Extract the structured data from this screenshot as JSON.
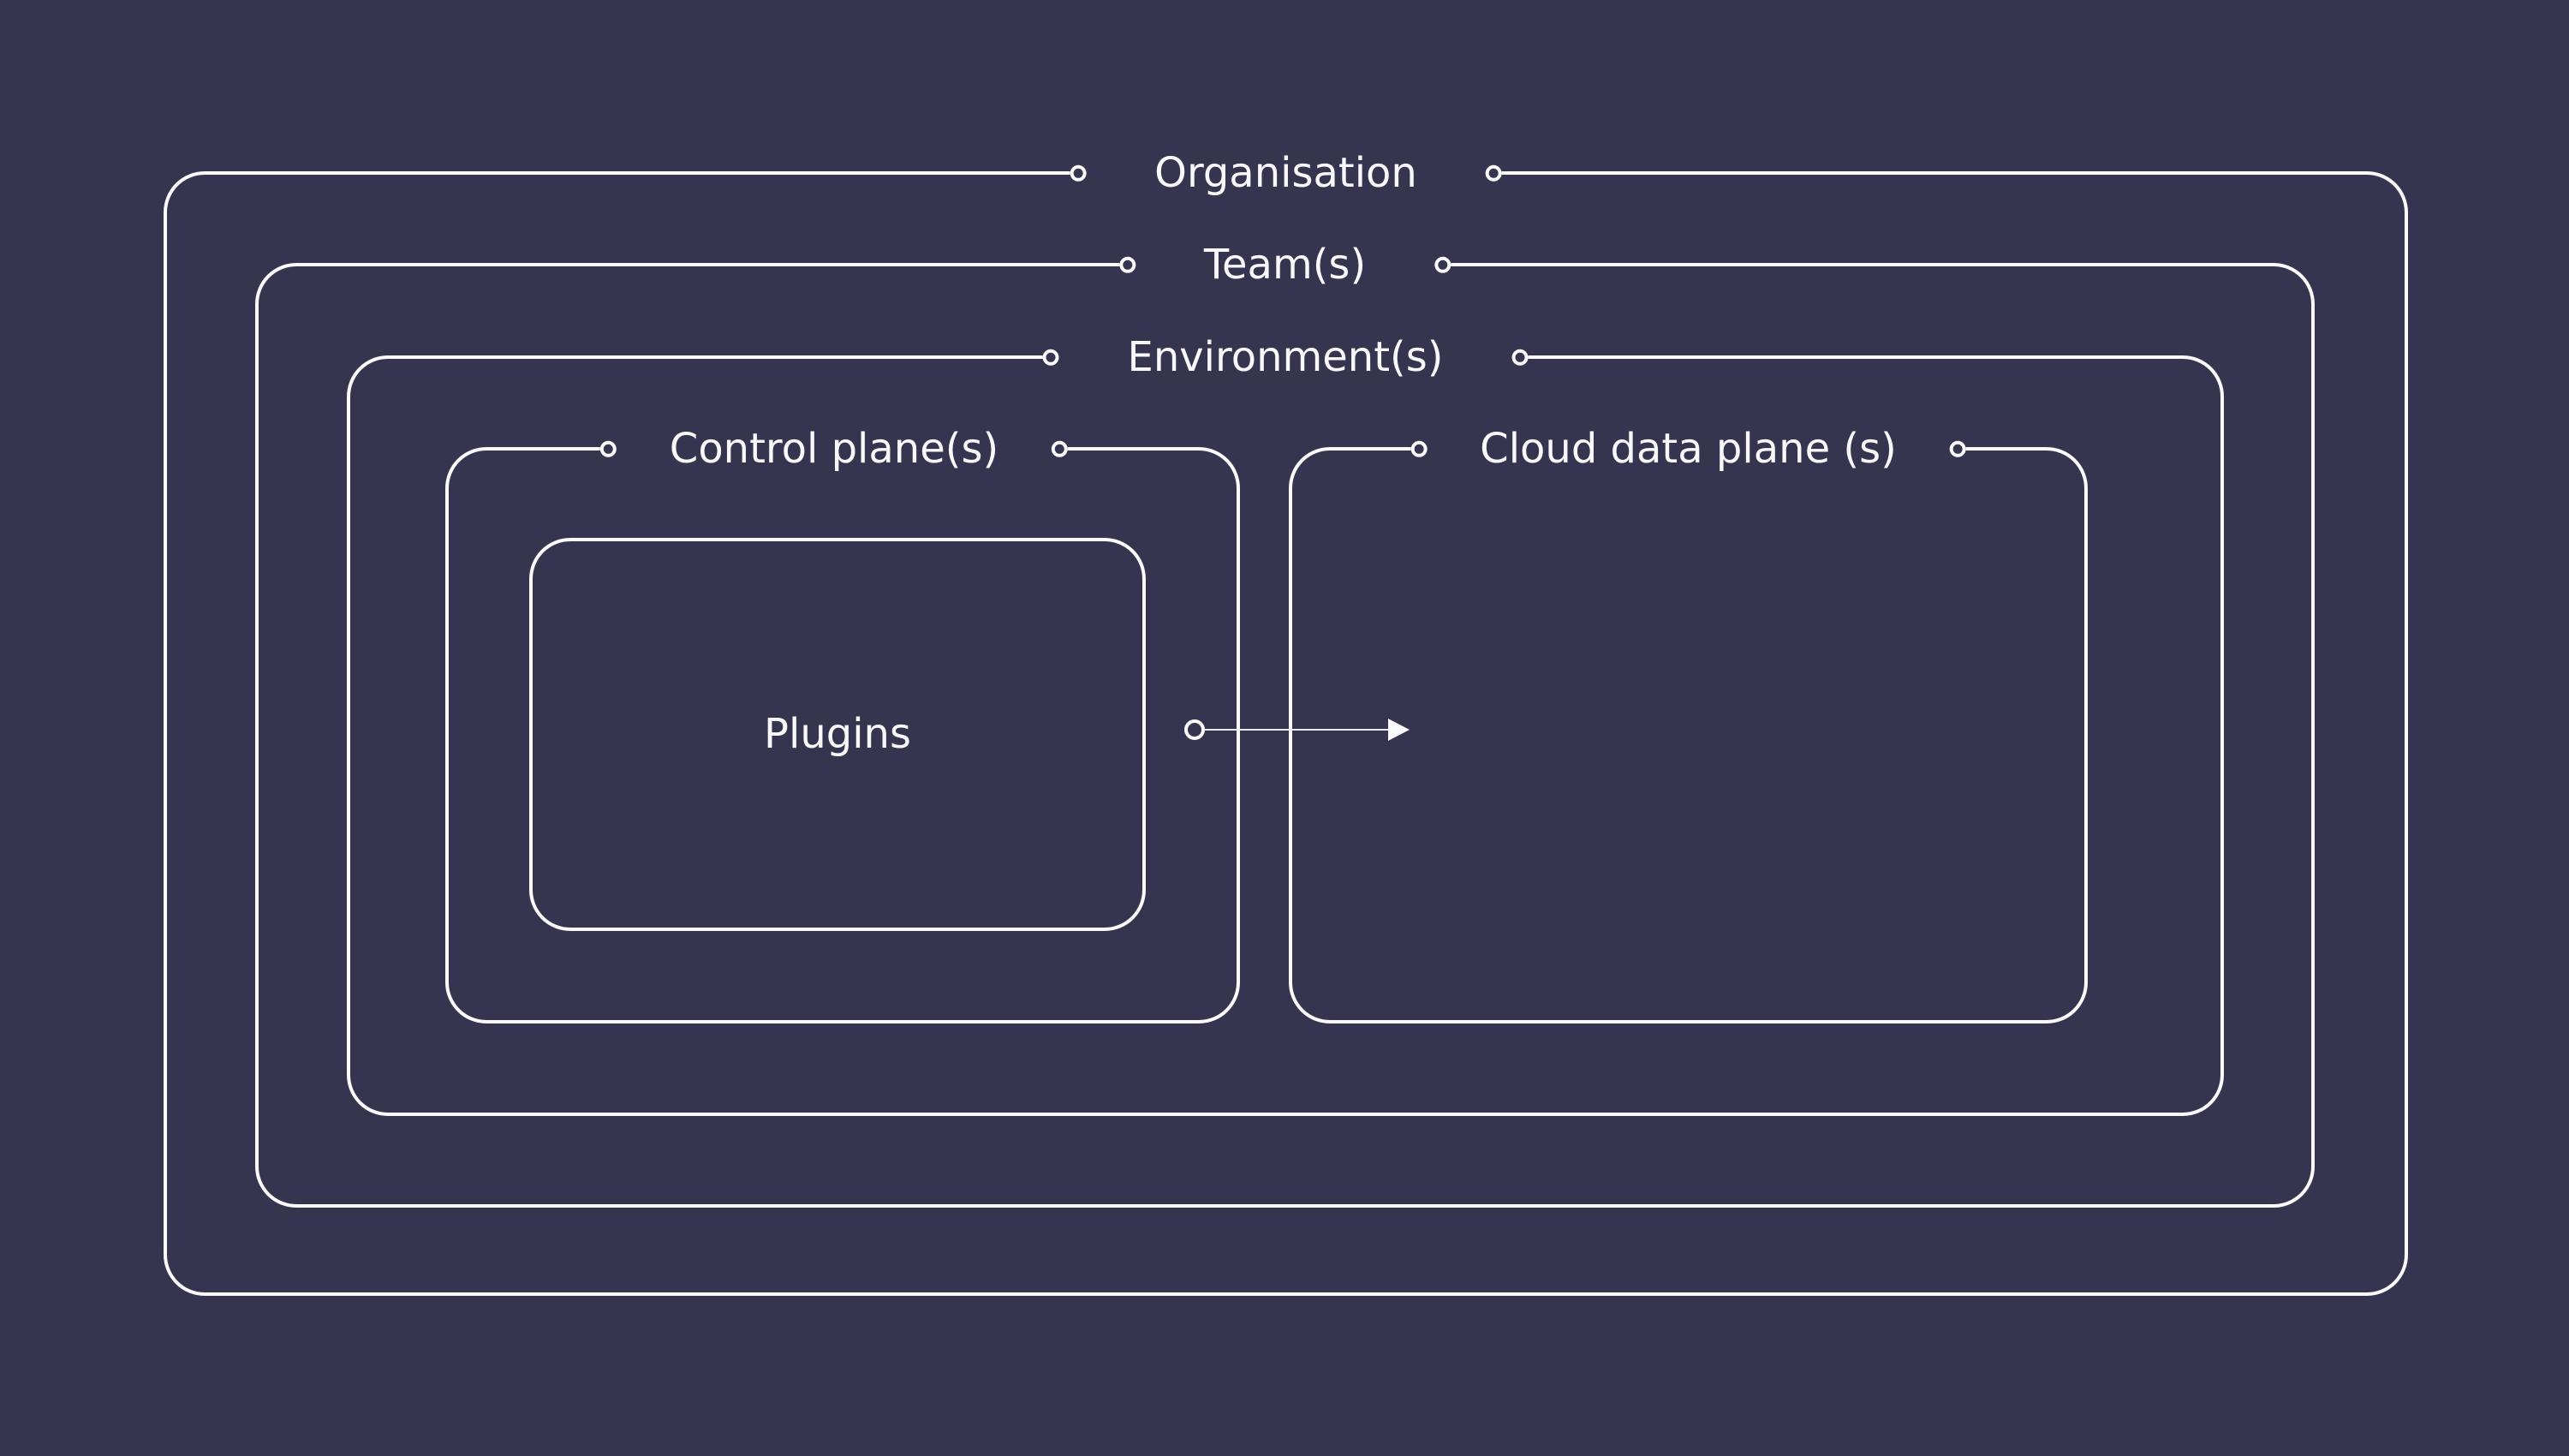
{
  "colors": {
    "background": "#36354F",
    "line": "#FAFAFC",
    "text": "#F8F8FA",
    "arrow_line": "#E9E9F0"
  },
  "diagram": {
    "frames": [
      {
        "id": "organisation",
        "label": "Organisation"
      },
      {
        "id": "teams",
        "label": "Team(s)"
      },
      {
        "id": "environments",
        "label": "Environment(s)"
      },
      {
        "id": "control-planes",
        "label": "Control plane(s)"
      },
      {
        "id": "cloud-data-planes",
        "label": "Cloud data plane (s)"
      }
    ],
    "plugins": {
      "label": "Plugins"
    },
    "connector": {
      "from": "control-planes",
      "to": "cloud-data-planes",
      "style": "arrow"
    }
  }
}
